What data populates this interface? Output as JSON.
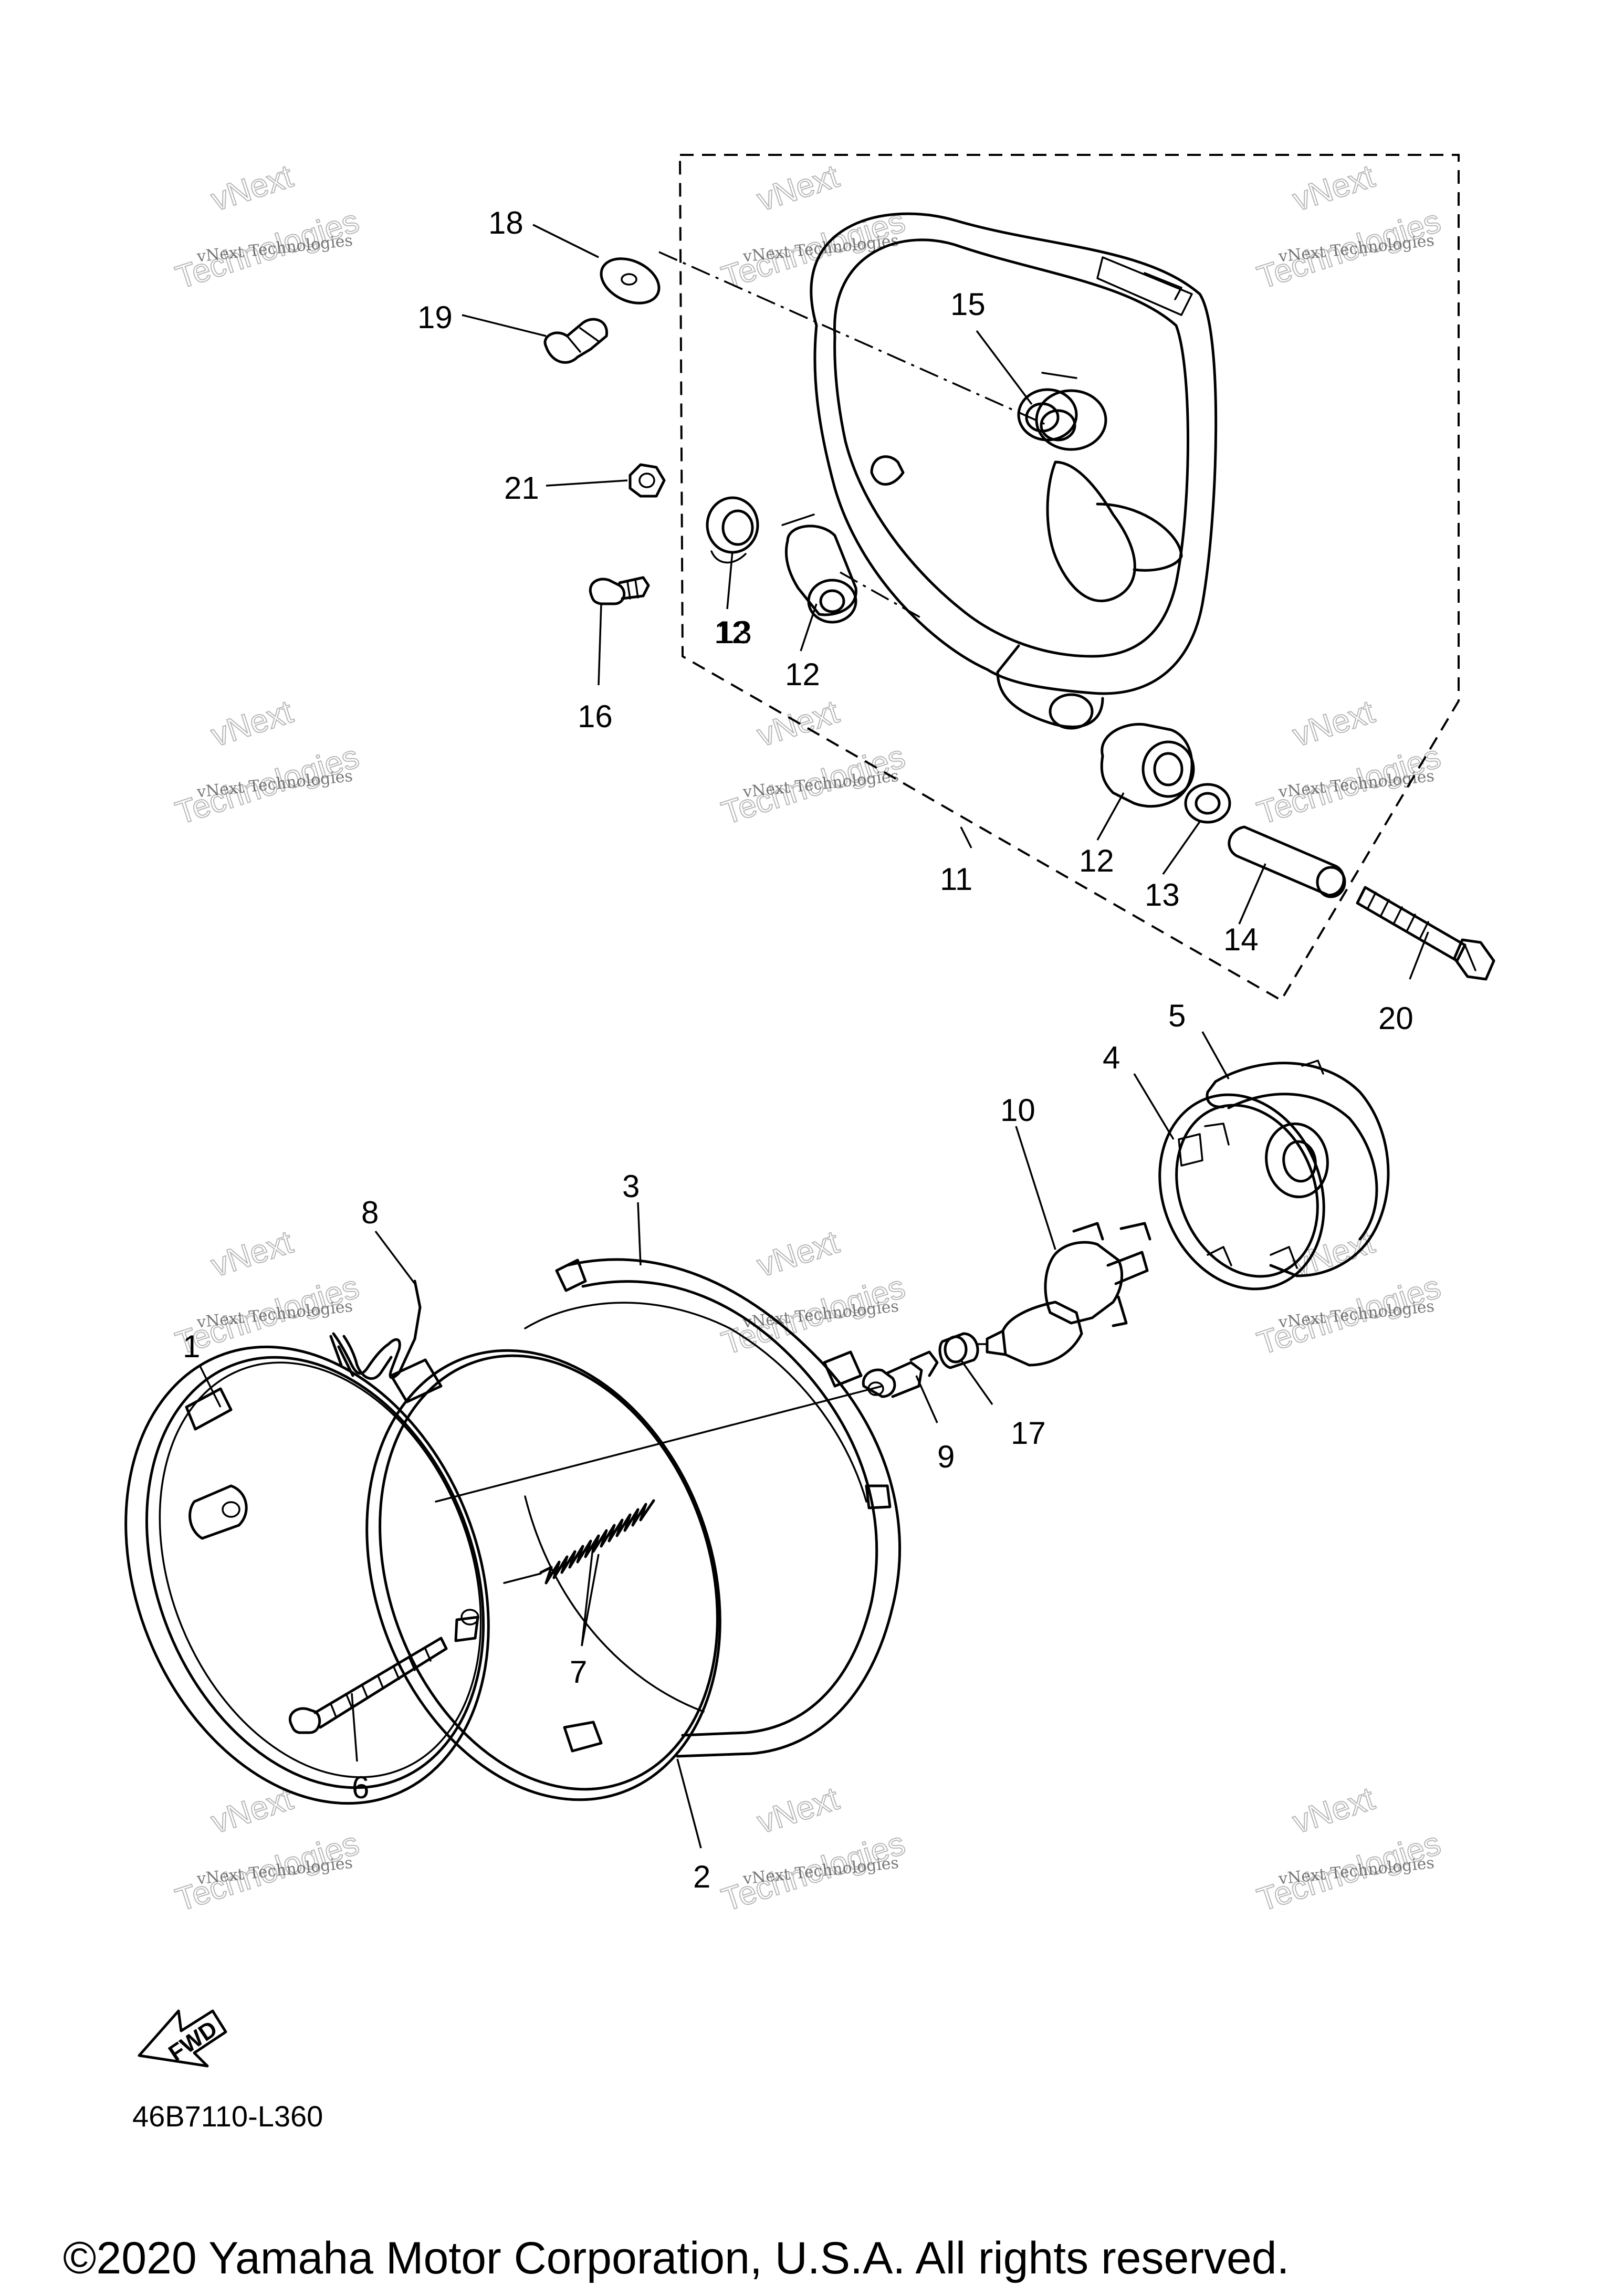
{
  "diagram": {
    "callouts": [
      "1",
      "2",
      "3",
      "4",
      "5",
      "6",
      "7",
      "8",
      "9",
      "10",
      "11",
      "12",
      "12",
      "12",
      "13",
      "13",
      "14",
      "15",
      "16",
      "17",
      "18",
      "19",
      "20",
      "21"
    ],
    "drawing_code": "46B7110-L360",
    "copyright": "©2020 Yamaha Motor Corporation, U.S.A. All rights reserved.",
    "fwd_label": "FWD",
    "watermark": {
      "line1": "vNext Technologies",
      "line2": "vNext",
      "line3": "Technologies"
    }
  }
}
